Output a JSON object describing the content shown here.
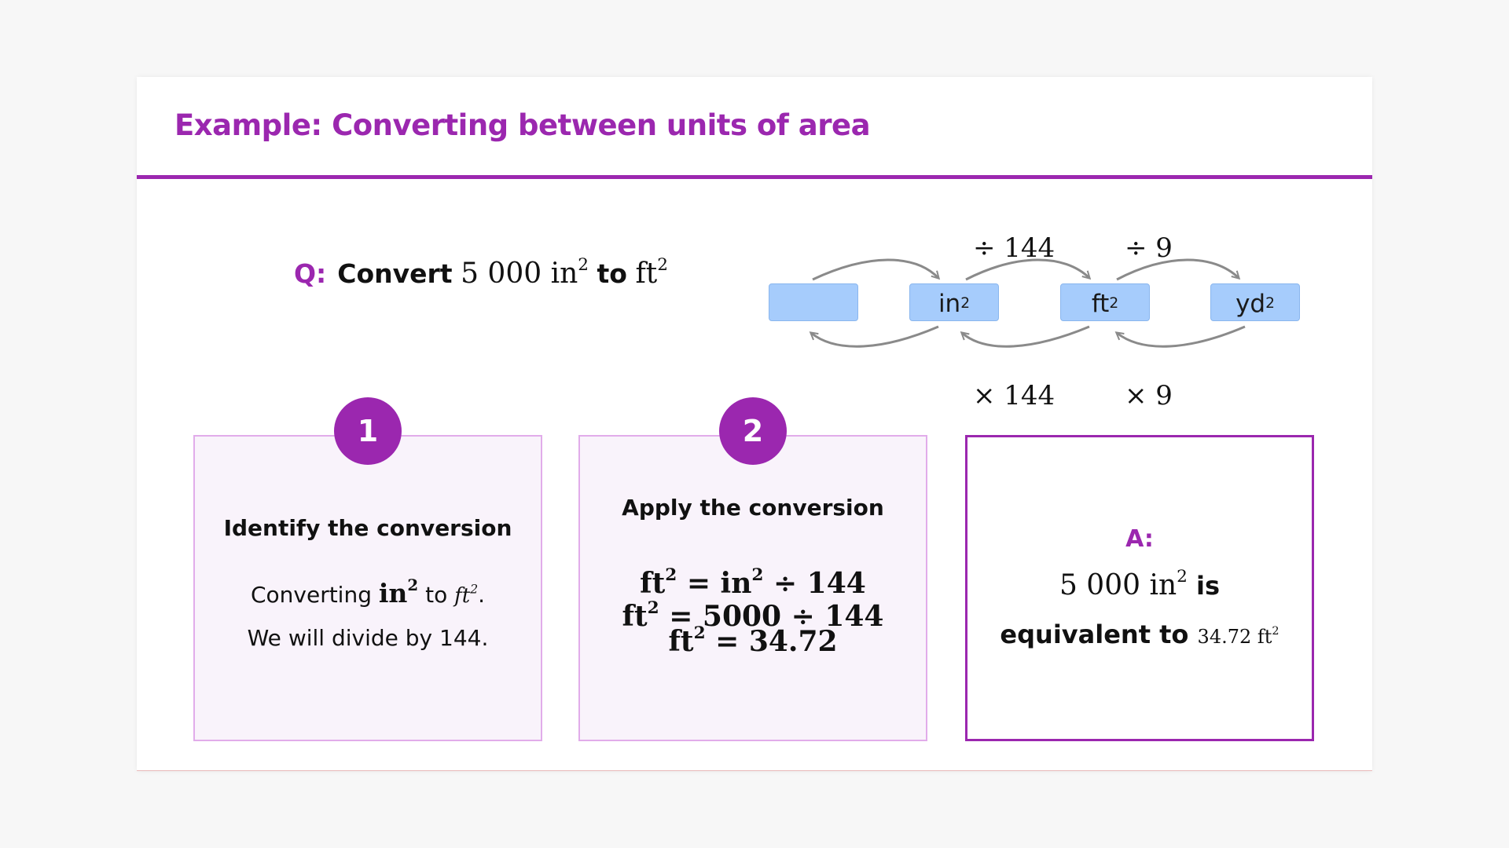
{
  "title": "Example: Converting between units of area",
  "question": {
    "label": "Q:",
    "convert_word": "Convert",
    "amount": "5 000 in",
    "from_exp": "2",
    "to_word": "to",
    "target": "ft",
    "target_exp": "2"
  },
  "diagram": {
    "units": [
      {
        "base": "",
        "exp": ""
      },
      {
        "base": "in",
        "exp": "2"
      },
      {
        "base": "ft",
        "exp": "2"
      },
      {
        "base": "yd",
        "exp": "2"
      }
    ],
    "top_labels": [
      "÷ 144",
      "÷ 9"
    ],
    "bottom_labels": [
      "× 144",
      "× 9"
    ]
  },
  "steps": [
    {
      "number": "1",
      "heading": "Identify the conversion",
      "line1_prefix": "Converting",
      "line1_from": "in",
      "line1_from_exp": "2",
      "line1_mid": "to",
      "line1_to": "ft",
      "line1_to_exp": "2",
      "line1_end": ".",
      "line2": "We will divide by 144."
    },
    {
      "number": "2",
      "heading": "Apply the conversion",
      "equations": [
        {
          "lhs": "ft",
          "lhs_exp": "2",
          "rhs": " = in",
          "rhs_exp": "2",
          "tail": " ÷ 144"
        },
        {
          "lhs": "ft",
          "lhs_exp": "2",
          "rhs": " = 5000 ÷ 144",
          "rhs_exp": "",
          "tail": ""
        },
        {
          "lhs": "ft",
          "lhs_exp": "2",
          "rhs": " = 34.72",
          "rhs_exp": "",
          "tail": ""
        }
      ]
    }
  ],
  "answer": {
    "label": "A:",
    "amount": "5 000 in",
    "amount_exp": "2",
    "is_word": "is",
    "equiv_text": "equivalent to",
    "value": "34.72 ft",
    "value_exp": "2"
  },
  "colors": {
    "accent": "#9b27af",
    "unit_box": "#a6ccfc",
    "step_card_bg": "#f9f3fb",
    "arrow": "#8a8a8a"
  }
}
